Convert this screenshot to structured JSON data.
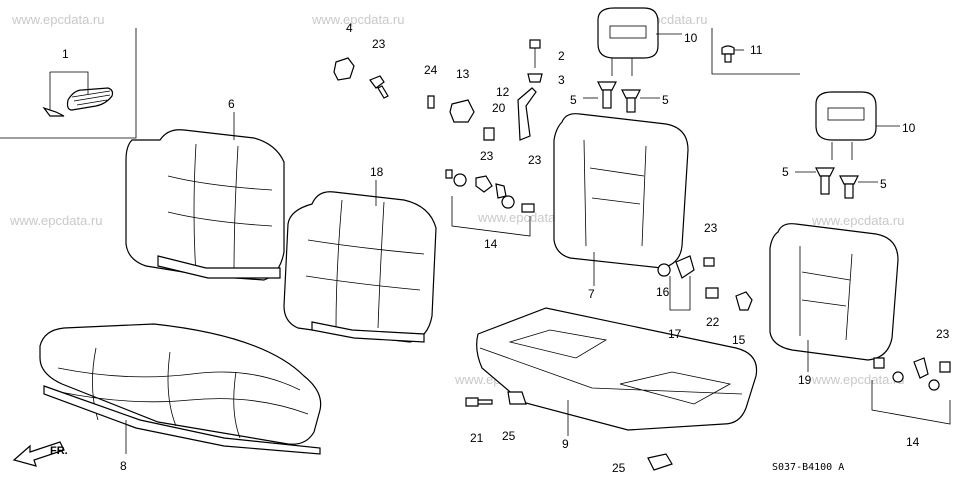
{
  "watermark": "www.epcdata.ru",
  "diagram_code": "S037-B4100 A",
  "direction_label": "FR.",
  "labels": {
    "c1": "1",
    "c2": "2",
    "c3": "3",
    "c4": "4",
    "c5a": "5",
    "c5b": "5",
    "c5c": "5",
    "c5d": "5",
    "c6": "6",
    "c7": "7",
    "c8": "8",
    "c9": "9",
    "c10a": "10",
    "c10b": "10",
    "c11": "11",
    "c12": "12",
    "c13": "13",
    "c14a": "14",
    "c14b": "14",
    "c15": "15",
    "c16": "16",
    "c17": "17",
    "c18": "18",
    "c19": "19",
    "c20": "20",
    "c21": "21",
    "c22": "22",
    "c23a": "23",
    "c23b": "23",
    "c23c": "23",
    "c23d": "23",
    "c23e": "23",
    "c24": "24",
    "c25a": "25",
    "c25b": "25"
  }
}
